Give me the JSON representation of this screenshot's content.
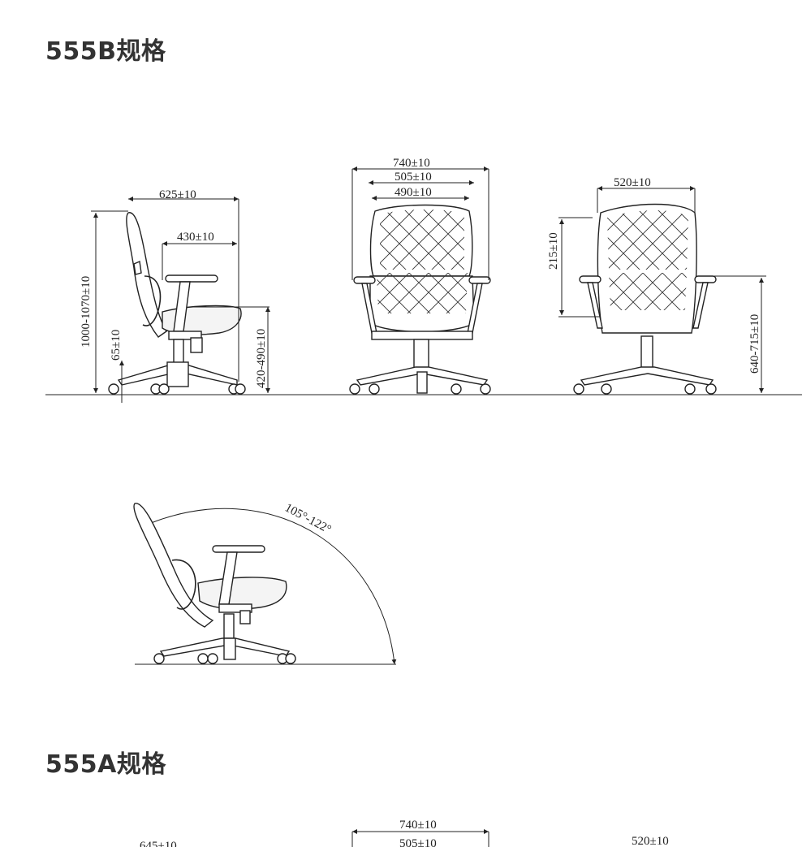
{
  "sections": {
    "b_title": "555B规格",
    "a_title": "555A规格"
  },
  "dims_b": {
    "side_depth": "625±10",
    "arm_depth": "430±10",
    "height_total": "1000-1070±10",
    "base_height": "65±10",
    "seat_height": "420-490±10",
    "front_width": "740±10",
    "front_inner": "505±10",
    "front_seat": "490±10",
    "back_width": "520±10",
    "back_arm": "215±10",
    "back_arm_height": "640-715±10",
    "recline_angle": "105°-122°"
  },
  "dims_a": {
    "front_width": "740±10",
    "front_inner": "505±10",
    "back_width": "520±10",
    "side_depth": "645±10"
  }
}
